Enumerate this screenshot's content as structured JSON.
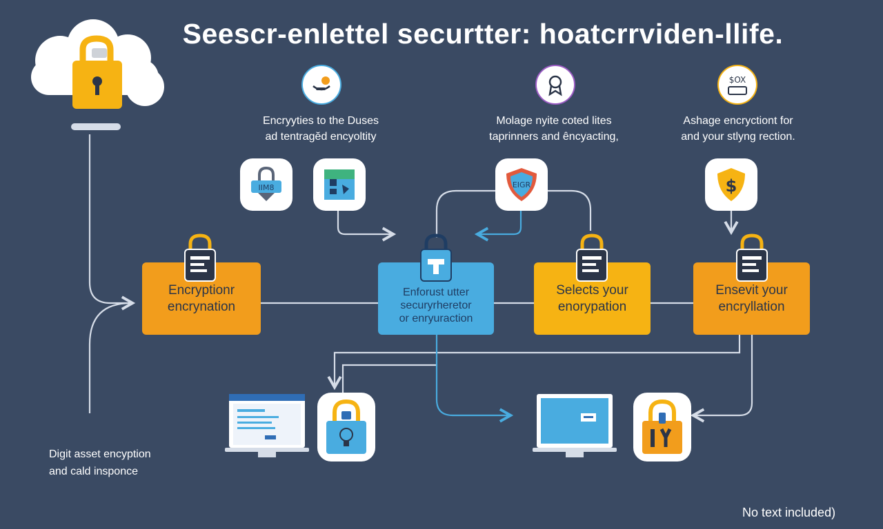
{
  "title": "Seescr-enlettel securtter: hoatcrrviden-llife.",
  "columns": [
    {
      "caption_line1": "Encryyties to the Duses",
      "caption_line2": "ad tentragĕd encyoltity",
      "icon": "hand-tray-icon"
    },
    {
      "caption_line1": "Molage nyite coted lites",
      "caption_line2": "taprinners and êncyacting,",
      "icon": "certificate-ribbon-icon"
    },
    {
      "caption_line1": "Ashage encryctiont for",
      "caption_line2": "and your stlyng rection.",
      "icon": "coin-stack-icon"
    }
  ],
  "tiles": {
    "padlock_tile_label": "IIM8",
    "shield_tile_label": "EIGR",
    "dollar_symbol": "$",
    "coin_label": "$OX"
  },
  "boxes": [
    {
      "line1": "Encryptionr",
      "line2": "encrynation",
      "line3": "",
      "style": "orange"
    },
    {
      "line1": "Enforust utter",
      "line2": "securyrheretor",
      "line3": "or enryuraction",
      "style": "blue"
    },
    {
      "line1": "Selects your",
      "line2": "enorypation",
      "line3": "",
      "style": "yellow"
    },
    {
      "line1": "Ensevit your",
      "line2": "encryllation",
      "line3": "",
      "style": "orange"
    }
  ],
  "bottom_note": {
    "line1": "Digit asset encyption",
    "line2": "and cald insponce"
  },
  "footer_note": "No text included)",
  "colors": {
    "background": "#3a4a63",
    "orange": "#f29d1c",
    "yellow": "#f6b313",
    "blue": "#49ace0",
    "connector": "#d6dde8",
    "arrow_blue": "#49ace0"
  }
}
